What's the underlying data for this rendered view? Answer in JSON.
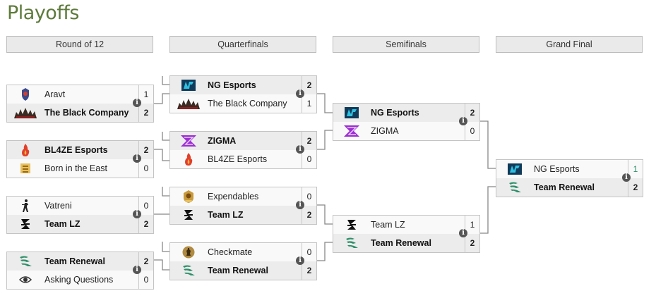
{
  "page": {
    "title": "Playoffs"
  },
  "rounds": [
    "Round of 12",
    "Quarterfinals",
    "Semifinals",
    "Grand Final"
  ],
  "info_glyph": "i",
  "matches": [
    {
      "id": "r12-1",
      "teams": [
        {
          "name": "Aravt",
          "score": "1",
          "winner": false,
          "icon": "aravt-icon"
        },
        {
          "name": "The Black Company",
          "score": "2",
          "winner": true,
          "icon": "black-company-icon"
        }
      ]
    },
    {
      "id": "r12-2",
      "teams": [
        {
          "name": "BL4ZE Esports",
          "score": "2",
          "winner": true,
          "icon": "blaze-flame-icon"
        },
        {
          "name": "Born in the East",
          "score": "0",
          "winner": false,
          "icon": "born-in-the-east-icon"
        }
      ]
    },
    {
      "id": "r12-3",
      "teams": [
        {
          "name": "Vatreni",
          "score": "0",
          "winner": false,
          "icon": "vatreni-soldier-icon"
        },
        {
          "name": "Team LZ",
          "score": "2",
          "winner": true,
          "icon": "team-lz-icon"
        }
      ]
    },
    {
      "id": "r12-4",
      "teams": [
        {
          "name": "Team Renewal",
          "score": "2",
          "winner": true,
          "icon": "team-renewal-icon"
        },
        {
          "name": "Asking Questions",
          "score": "0",
          "winner": false,
          "icon": "asking-questions-icon"
        }
      ]
    },
    {
      "id": "qf-1",
      "teams": [
        {
          "name": "NG Esports",
          "score": "2",
          "winner": true,
          "icon": "ng-esports-icon"
        },
        {
          "name": "The Black Company",
          "score": "1",
          "winner": false,
          "icon": "black-company-icon"
        }
      ]
    },
    {
      "id": "qf-2",
      "teams": [
        {
          "name": "ZIGMA",
          "score": "2",
          "winner": true,
          "icon": "zigma-icon"
        },
        {
          "name": "BL4ZE Esports",
          "score": "0",
          "winner": false,
          "icon": "blaze-flame-icon"
        }
      ]
    },
    {
      "id": "qf-3",
      "teams": [
        {
          "name": "Expendables",
          "score": "0",
          "winner": false,
          "icon": "expendables-icon"
        },
        {
          "name": "Team LZ",
          "score": "2",
          "winner": true,
          "icon": "team-lz-icon"
        }
      ]
    },
    {
      "id": "qf-4",
      "teams": [
        {
          "name": "Checkmate",
          "score": "0",
          "winner": false,
          "icon": "checkmate-icon"
        },
        {
          "name": "Team Renewal",
          "score": "2",
          "winner": true,
          "icon": "team-renewal-icon"
        }
      ]
    },
    {
      "id": "sf-1",
      "teams": [
        {
          "name": "NG Esports",
          "score": "2",
          "winner": true,
          "icon": "ng-esports-icon"
        },
        {
          "name": "ZIGMA",
          "score": "0",
          "winner": false,
          "icon": "zigma-icon"
        }
      ]
    },
    {
      "id": "sf-2",
      "teams": [
        {
          "name": "Team LZ",
          "score": "1",
          "winner": false,
          "icon": "team-lz-icon"
        },
        {
          "name": "Team Renewal",
          "score": "2",
          "winner": true,
          "icon": "team-renewal-icon"
        }
      ]
    },
    {
      "id": "gf",
      "teams": [
        {
          "name": "NG Esports",
          "score": "1",
          "winner": false,
          "icon": "ng-esports-icon"
        },
        {
          "name": "Team Renewal",
          "score": "2",
          "winner": true,
          "icon": "team-renewal-icon"
        }
      ]
    }
  ]
}
